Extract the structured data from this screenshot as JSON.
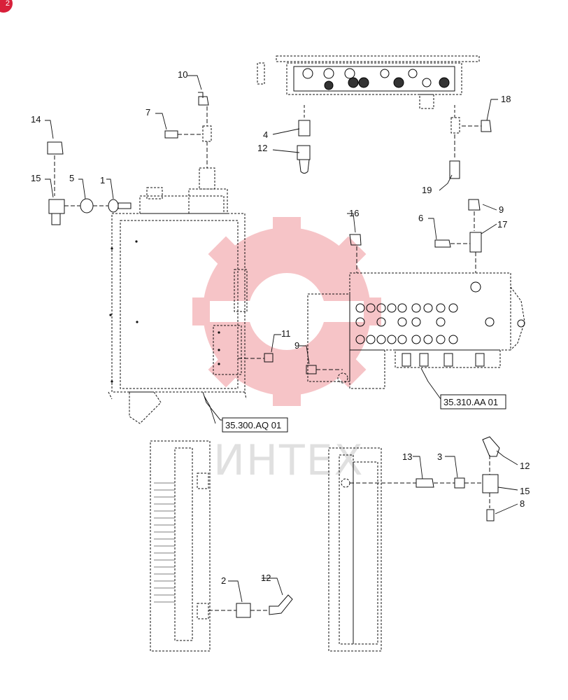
{
  "corner_badge": "2",
  "watermark": "ИНТЕХ",
  "callouts": [
    "1",
    "2",
    "3",
    "4",
    "5",
    "6",
    "7",
    "8",
    "9",
    "9",
    "10",
    "11",
    "12",
    "12",
    "12",
    "13",
    "14",
    "15",
    "15",
    "16",
    "17",
    "18",
    "19"
  ],
  "references": [
    "35.300.AQ 01",
    "35.310.AA 01"
  ],
  "colors": {
    "line": "#111111",
    "watermark": "#e0303a",
    "badge": "#d8203a"
  }
}
